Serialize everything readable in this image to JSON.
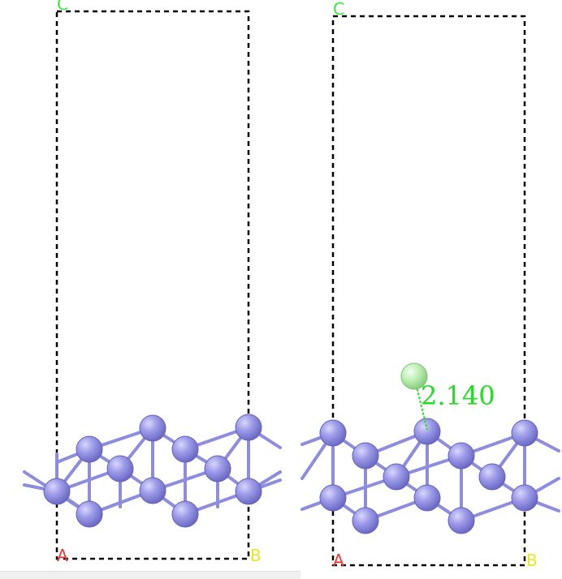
{
  "colors": {
    "cell": "#000000",
    "atom": "#9a98e6",
    "atom_edge": "#6d6bc4",
    "bond": "#8e8cdf",
    "adsorbate": "#b8f0b0",
    "measure": "#22dd22",
    "label_a": "#ff3030",
    "label_b": "#e8e820",
    "label_c": "#33ee33"
  },
  "panels": [
    {
      "name": "clean-slab",
      "axis_labels": {
        "a": "A",
        "b": "B",
        "c": "C"
      },
      "has_adsorbate": false
    },
    {
      "name": "slab-with-adsorbate",
      "axis_labels": {
        "a": "A",
        "b": "B",
        "c": "C"
      },
      "has_adsorbate": true,
      "distance_label": "2.140"
    }
  ]
}
